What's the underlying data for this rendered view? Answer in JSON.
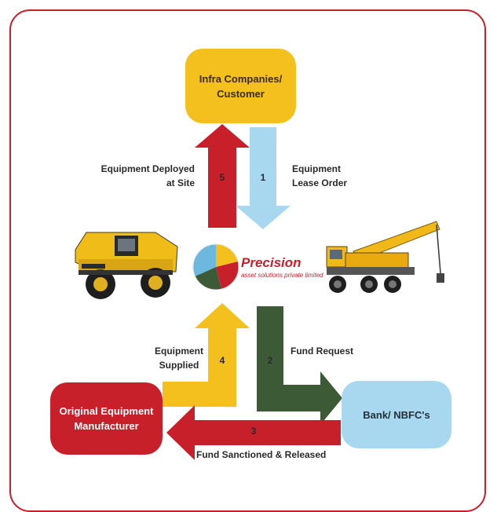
{
  "boxes": {
    "customer": "Infra Companies/ Customer",
    "oem": "Original Equipment Manufacturer",
    "bank": "Bank/ NBFC's"
  },
  "steps": [
    {
      "number": "1",
      "label": "Equipment Lease Order"
    },
    {
      "number": "2",
      "label": "Fund Request"
    },
    {
      "number": "3",
      "label": "Fund Sanctioned & Released"
    },
    {
      "number": "4",
      "label": "Equipment Supplied"
    },
    {
      "number": "5",
      "label": "Equipment Deployed at Site"
    }
  ],
  "brand": {
    "name": "Precision",
    "tagline": "asset solutions private limited"
  },
  "colors": {
    "red": "#c8202a",
    "yellow": "#f4c01e",
    "light_blue": "#a8d8f0",
    "dark_green": "#3c5a36"
  },
  "images": [
    "dump-truck",
    "mobile-crane"
  ]
}
